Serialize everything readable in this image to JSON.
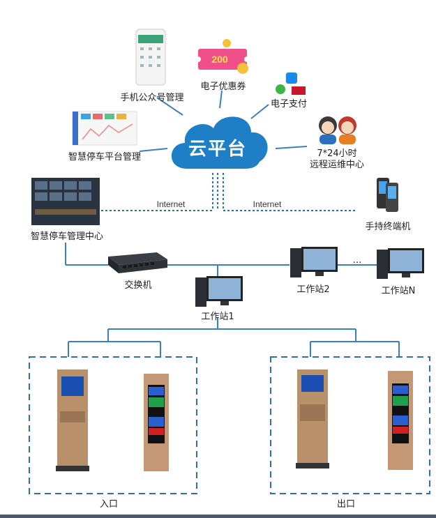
{
  "cloud": {
    "label": "云平台"
  },
  "nodes": {
    "wechat": "手机公众号管理",
    "coupon": "电子优惠券",
    "payment": "电子支付",
    "platform": "智慧停车平台管理",
    "ops_line1": "7*24小时",
    "ops_line2": "远程运维中心",
    "center": "智慧停车管理中心",
    "handheld": "手持终端机",
    "switch": "交换机",
    "ws1": "工作站1",
    "ws2": "工作站2",
    "wsn": "工作站N",
    "ellipsis": "…",
    "entrance": "入口",
    "exit": "出口"
  },
  "links": {
    "internet_left": "Internet",
    "internet_right": "Internet"
  },
  "coupon_value": "200",
  "colors": {
    "cloud": "#1e7fc6",
    "line": "#3a7fc0",
    "dash": "#2d6fb5",
    "kiosk": "#b8906a"
  }
}
